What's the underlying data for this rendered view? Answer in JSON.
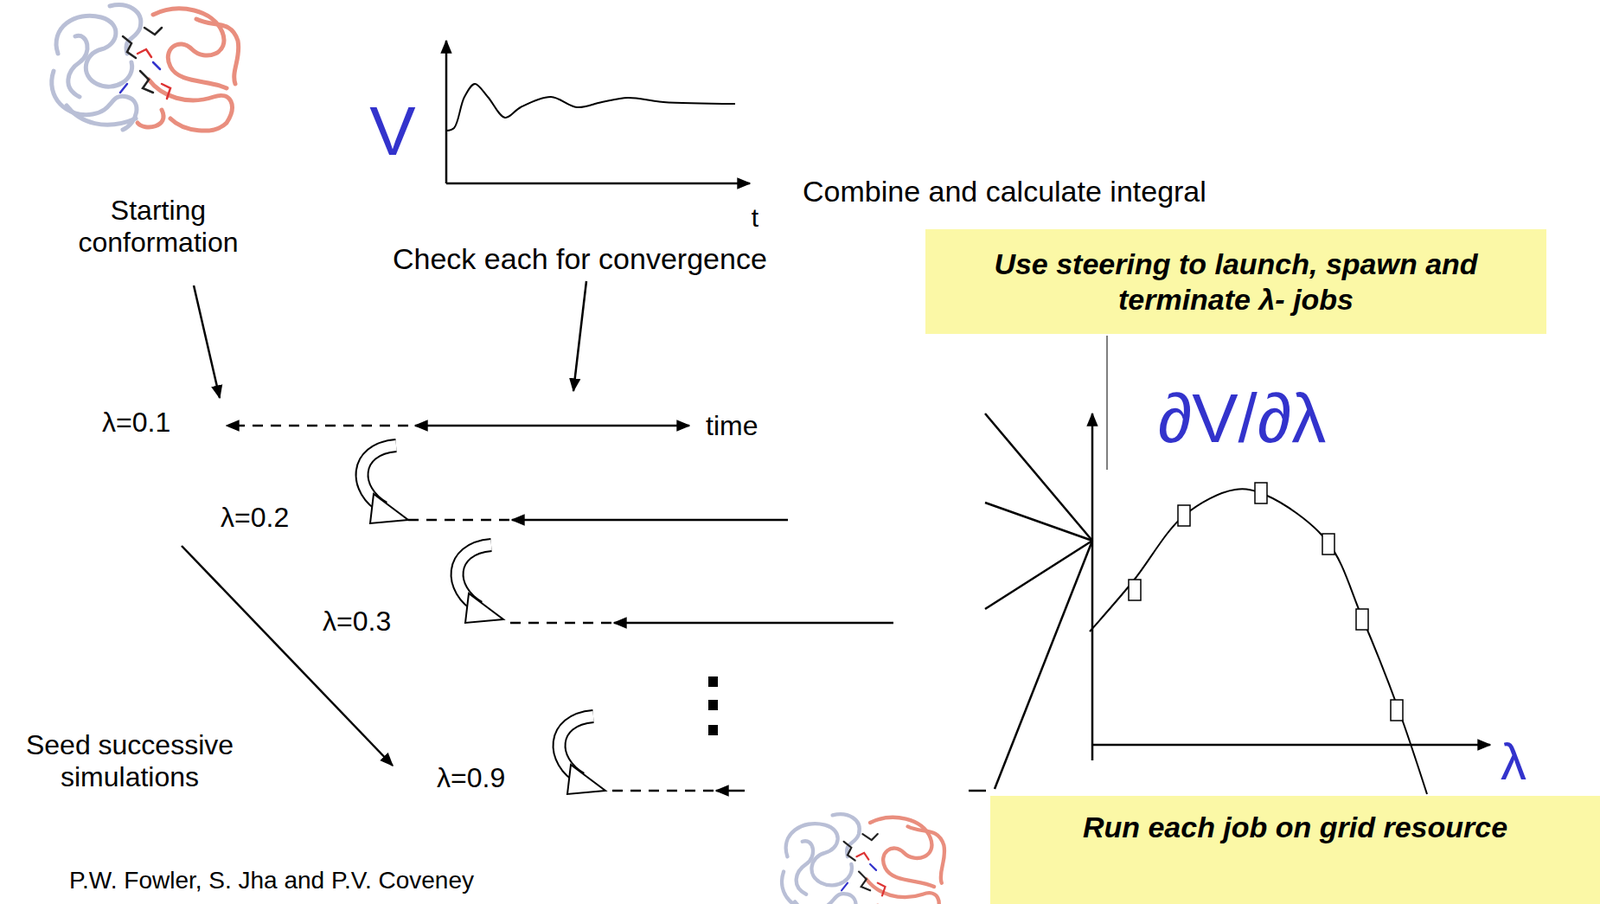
{
  "diagram": {
    "nodes": [
      {
        "text": [
          "Use steering to launch, spawn and terminate λ- jobs"
        ]
      },
      {
        "text": [
          "Run each job on grid resource"
        ]
      }
    ],
    "labels": [
      "Starting conformation",
      "V",
      "t",
      "Combine and calculate integral",
      "Check each for convergence",
      "λ=0.1",
      "time",
      "λ=0.2",
      "λ=0.3",
      "λ=0.9",
      "Seed successive simulations",
      "∂V/∂λ",
      "λ",
      "P.W. Fowler, S. Jha and P.V. Coveney"
    ]
  }
}
